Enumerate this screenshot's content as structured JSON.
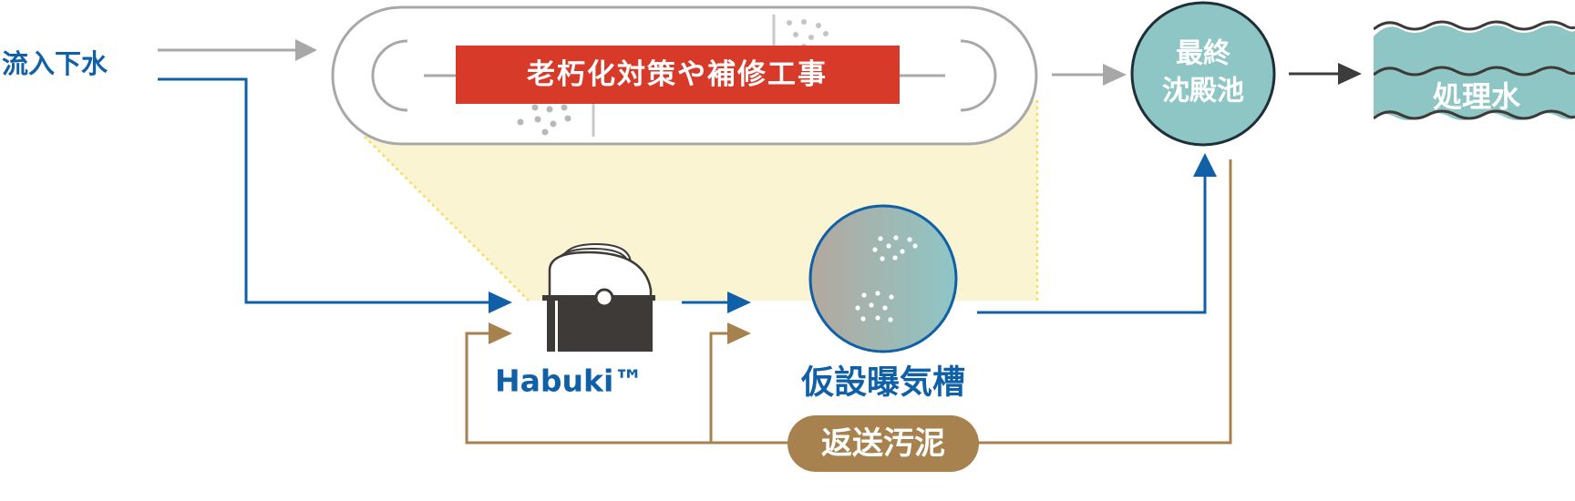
{
  "labels": {
    "inflow": "流入下水",
    "renovation": "老朽化対策や補修工事",
    "final_basin_line1": "最終",
    "final_basin_line2": "沈殿池",
    "treated_water": "処理水",
    "habuki": "Habuki™",
    "temp_tank": "仮設曝気槽",
    "return_sludge": "返送汚泥"
  },
  "colors": {
    "blue_flow": "#1060a8",
    "gray_flow": "#a8a8a8",
    "dark_flow": "#3c3c3c",
    "sludge": "#a8824e",
    "red_banner": "#d83a2a",
    "teal": "#8ec6c6",
    "highlight": "#fbf4d2",
    "dotted_yellow": "#f4df5a",
    "device": "#3d3a38"
  },
  "icons": [
    "habuki-device-icon",
    "wave-water-icon"
  ]
}
